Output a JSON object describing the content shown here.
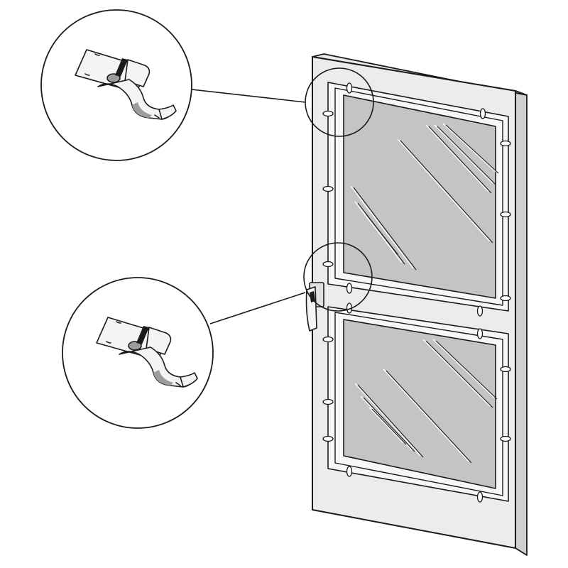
{
  "diagram": {
    "colors": {
      "background": "#ffffff",
      "outline": "#1a1a1a",
      "door_face": "#ececec",
      "door_edge": "#d0d0d0",
      "glass": "#c4c4c4",
      "frame": "#f7f7f7",
      "clip_fill": "#f4f4f4",
      "clip_shadow": "#9c9c9c",
      "highlight": "#ffffff"
    },
    "detail_callouts": [
      {
        "id": "top-clip",
        "subject": "window-retaining-clip"
      },
      {
        "id": "middle-clip",
        "subject": "window-retaining-clip"
      }
    ],
    "parts": [
      "storm-door",
      "upper-glass-panel",
      "lower-glass-panel",
      "door-handle",
      "retaining-clips"
    ]
  }
}
